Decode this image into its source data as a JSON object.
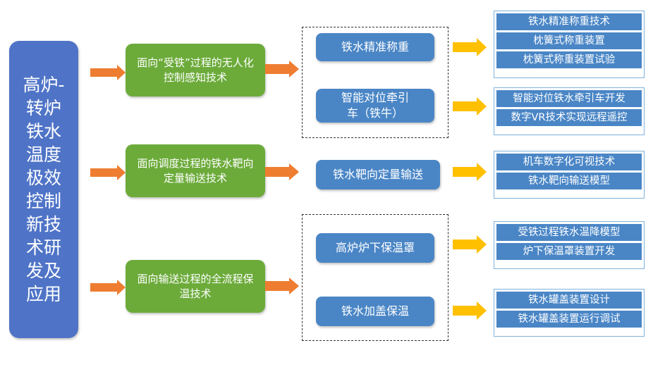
{
  "main_title": "高炉-转炉铁水温度极效控制新技术研发及应用",
  "colors": {
    "main": "#4f74c7",
    "category": "#6cab3a",
    "technology": "#4a86c6",
    "arrow_orange": "#ee7d31",
    "arrow_yellow": "#ffc000",
    "output_border": "#7fb2dd"
  },
  "categories": [
    {
      "label": "面向“受铁”过程的无人化控制感知技术",
      "technologies": [
        {
          "label": "铁水精准称重",
          "outputs": [
            "铁水精准称重技术",
            "枕簧式称重装置",
            "枕簧式称重装置试验"
          ]
        },
        {
          "label": "智能对位牵引车（铁牛）",
          "outputs": [
            "智能对位铁水牵引车开发",
            "数字VR技术实现远程遥控"
          ]
        }
      ]
    },
    {
      "label": "面向调度过程的铁水靶向定量输送技术",
      "technologies": [
        {
          "label": "铁水靶向定量输送",
          "outputs": [
            "机车数字化可视技术",
            "铁水靶向输送模型"
          ]
        }
      ]
    },
    {
      "label": "面向输送过程的全流程保温技术",
      "technologies": [
        {
          "label": "高炉炉下保温罩",
          "outputs": [
            "受铁过程铁水温降模型",
            "炉下保温罩装置开发"
          ]
        },
        {
          "label": "铁水加盖保温",
          "outputs": [
            "铁水罐盖装置设计",
            "铁水罐盖装置运行调试"
          ]
        }
      ]
    }
  ]
}
